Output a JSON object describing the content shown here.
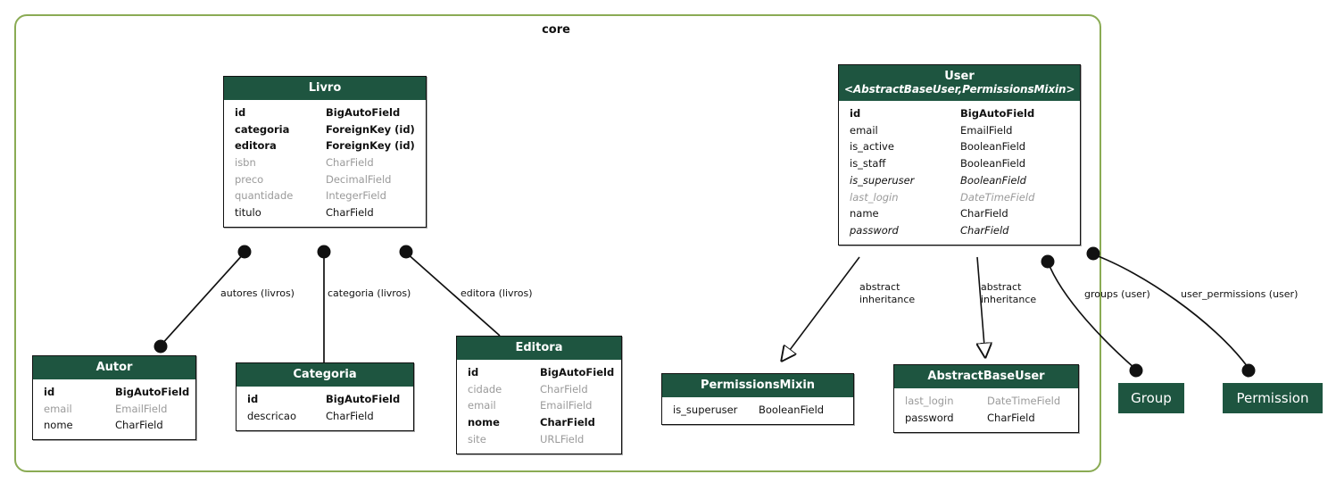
{
  "app": {
    "frame_label": "core"
  },
  "models": [
    {
      "name": "livro",
      "title": "Livro",
      "bases": "",
      "fields": [
        {
          "name": "id",
          "type": "BigAutoField",
          "style": "pk"
        },
        {
          "name": "categoria",
          "type": "ForeignKey (id)",
          "style": "strong"
        },
        {
          "name": "editora",
          "type": "ForeignKey (id)",
          "style": "strong"
        },
        {
          "name": "isbn",
          "type": "CharField",
          "style": "muted"
        },
        {
          "name": "preco",
          "type": "DecimalField",
          "style": "muted"
        },
        {
          "name": "quantidade",
          "type": "IntegerField",
          "style": "muted"
        },
        {
          "name": "titulo",
          "type": "CharField",
          "style": "normal"
        }
      ]
    },
    {
      "name": "user",
      "title": "User",
      "bases": "<AbstractBaseUser,PermissionsMixin>",
      "fields": [
        {
          "name": "id",
          "type": "BigAutoField",
          "style": "pk"
        },
        {
          "name": "email",
          "type": "EmailField",
          "style": "normal"
        },
        {
          "name": "is_active",
          "type": "BooleanField",
          "style": "normal"
        },
        {
          "name": "is_staff",
          "type": "BooleanField",
          "style": "normal"
        },
        {
          "name": "is_superuser",
          "type": "BooleanField",
          "style": "inherit"
        },
        {
          "name": "last_login",
          "type": "DateTimeField",
          "style": "inherit-muted"
        },
        {
          "name": "name",
          "type": "CharField",
          "style": "normal"
        },
        {
          "name": "password",
          "type": "CharField",
          "style": "inherit"
        }
      ]
    },
    {
      "name": "autor",
      "title": "Autor",
      "bases": "",
      "fields": [
        {
          "name": "id",
          "type": "BigAutoField",
          "style": "pk"
        },
        {
          "name": "email",
          "type": "EmailField",
          "style": "muted"
        },
        {
          "name": "nome",
          "type": "CharField",
          "style": "normal"
        }
      ]
    },
    {
      "name": "categoria",
      "title": "Categoria",
      "bases": "",
      "fields": [
        {
          "name": "id",
          "type": "BigAutoField",
          "style": "pk"
        },
        {
          "name": "descricao",
          "type": "CharField",
          "style": "normal"
        }
      ]
    },
    {
      "name": "editora",
      "title": "Editora",
      "bases": "",
      "fields": [
        {
          "name": "id",
          "type": "BigAutoField",
          "style": "pk"
        },
        {
          "name": "cidade",
          "type": "CharField",
          "style": "muted"
        },
        {
          "name": "email",
          "type": "EmailField",
          "style": "muted"
        },
        {
          "name": "nome",
          "type": "CharField",
          "style": "strong"
        },
        {
          "name": "site",
          "type": "URLField",
          "style": "muted"
        }
      ]
    },
    {
      "name": "permissionsmixin",
      "title": "PermissionsMixin",
      "bases": "",
      "fields": [
        {
          "name": "is_superuser",
          "type": "BooleanField",
          "style": "normal"
        }
      ]
    },
    {
      "name": "abstractbaseuser",
      "title": "AbstractBaseUser",
      "bases": "",
      "fields": [
        {
          "name": "last_login",
          "type": "DateTimeField",
          "style": "muted"
        },
        {
          "name": "password",
          "type": "CharField",
          "style": "normal"
        }
      ]
    }
  ],
  "chips": [
    {
      "name": "group",
      "label": "Group"
    },
    {
      "name": "permission",
      "label": "Permission"
    }
  ],
  "edge_labels": [
    {
      "name": "autores-livros",
      "text": "autores (livros)"
    },
    {
      "name": "categoria-livros",
      "text": "categoria (livros)"
    },
    {
      "name": "editora-livros",
      "text": "editora (livros)"
    },
    {
      "name": "abstract-inheritance-permissionsmixin",
      "text": "abstract\ninheritance"
    },
    {
      "name": "abstract-inheritance-abstractbaseuser",
      "text": "abstract\ninheritance"
    },
    {
      "name": "groups-user",
      "text": "groups (user)"
    },
    {
      "name": "user-permissions-user",
      "text": "user_permissions (user)"
    }
  ],
  "colors": {
    "header_green": "#1e5540",
    "frame_green": "#8aab54",
    "edge_black": "#111111",
    "muted_gray": "#9a9a9a"
  }
}
